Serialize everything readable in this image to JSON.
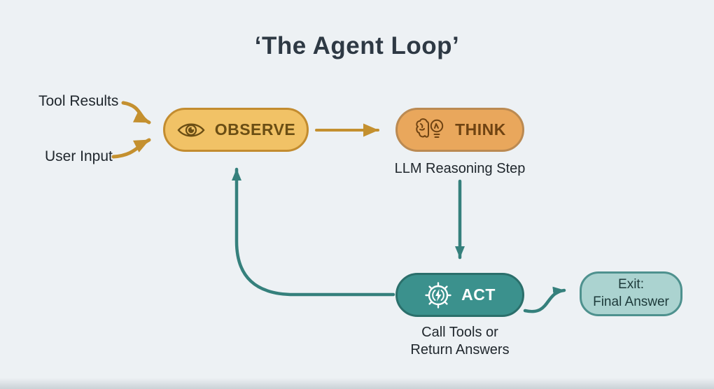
{
  "title": "‘The Agent Loop’",
  "colors": {
    "background": "#edf1f4",
    "title_text": "#2e3944",
    "label_text": "#20272d",
    "gold_arrow": "#c4902f",
    "teal_arrow": "#35807c",
    "observe_fill": "#f1c266",
    "observe_border": "#c38c2f",
    "observe_text": "#6b4e14",
    "think_fill": "#e9a75c",
    "think_border": "#bb8a52",
    "think_text": "#6f4312",
    "act_fill": "#3b918d",
    "act_border": "#2b6f6b",
    "act_text": "#ffffff",
    "exit_fill": "#abd3d0",
    "exit_border": "#4e918e",
    "exit_text": "#1d3a3a"
  },
  "inputs": {
    "tool_results": "Tool Results",
    "user_input": "User Input"
  },
  "nodes": {
    "observe": {
      "label": "OBSERVE",
      "icon": "eye-icon"
    },
    "think": {
      "label": "THINK",
      "icon": "brain-bulb-icon",
      "caption": "LLM Reasoning Step"
    },
    "act": {
      "label": "ACT",
      "icon": "gear-bolt-icon",
      "caption": "Call Tools or\nReturn Answers"
    },
    "exit": {
      "label": "Exit:\nFinal Answer"
    }
  },
  "edges": [
    {
      "name": "tool-results-to-observe",
      "color": "gold"
    },
    {
      "name": "user-input-to-observe",
      "color": "gold"
    },
    {
      "name": "observe-to-think",
      "color": "gold"
    },
    {
      "name": "think-to-act",
      "color": "teal"
    },
    {
      "name": "act-to-exit",
      "color": "teal"
    },
    {
      "name": "act-to-observe-loop",
      "color": "teal"
    }
  ]
}
